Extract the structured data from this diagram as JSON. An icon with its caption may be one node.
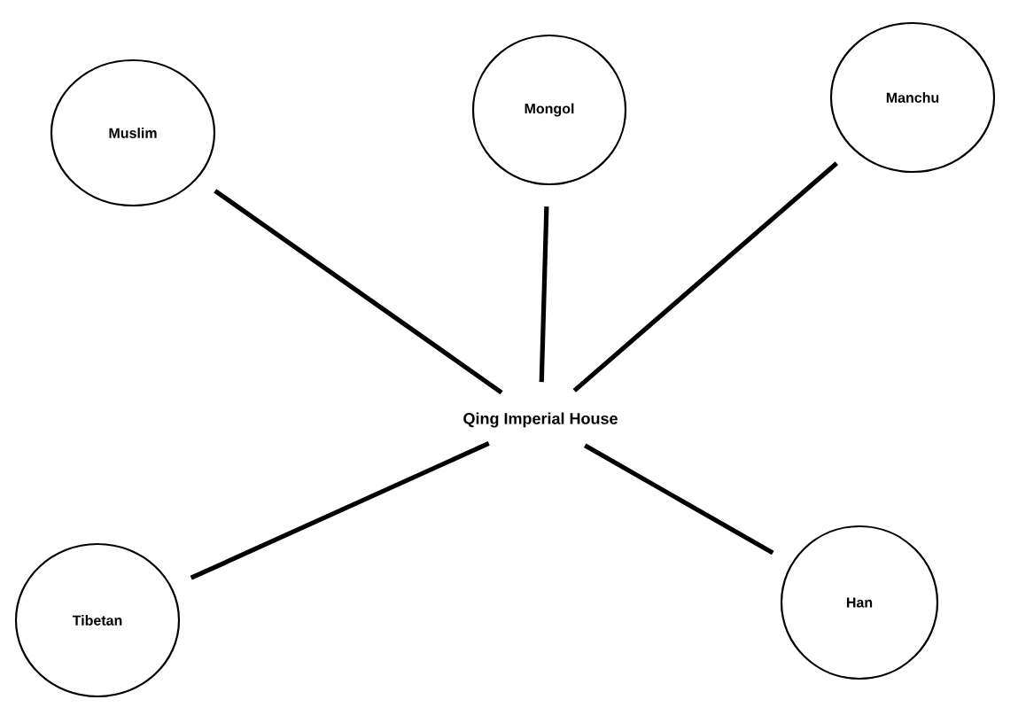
{
  "diagram": {
    "nodes": [
      {
        "text": [
          "Qing Imperial House"
        ]
      },
      {
        "text": [
          "Muslim"
        ]
      },
      {
        "text": [
          "Mongol"
        ]
      },
      {
        "text": [
          "Manchu"
        ]
      },
      {
        "text": [
          "Tibetan"
        ]
      },
      {
        "text": [
          "Han"
        ]
      }
    ],
    "edges": [
      {
        "from": 0,
        "to": 1,
        "arrow": "none"
      },
      {
        "from": 0,
        "to": 2,
        "arrow": "none"
      },
      {
        "from": 0,
        "to": 3,
        "arrow": "none"
      },
      {
        "from": 0,
        "to": 4,
        "arrow": "none"
      },
      {
        "from": 0,
        "to": 5,
        "arrow": "none"
      }
    ]
  }
}
